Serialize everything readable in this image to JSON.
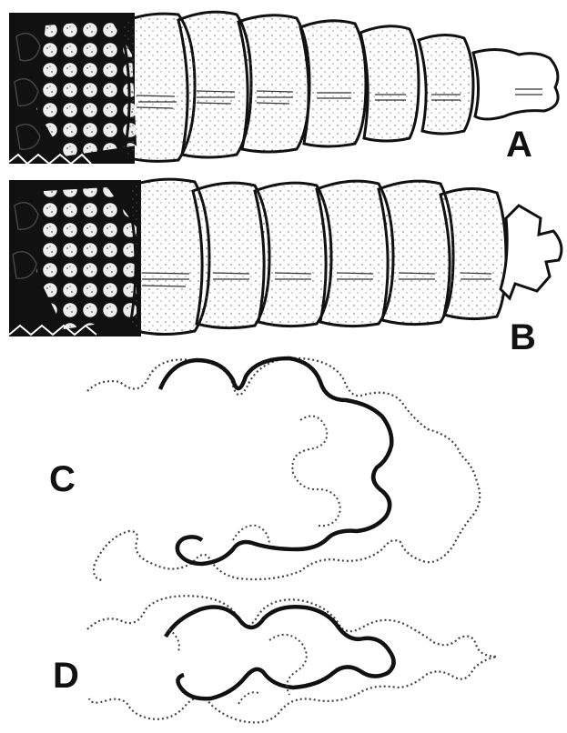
{
  "figure": {
    "panels": [
      {
        "id": "A",
        "label": "A"
      },
      {
        "id": "B",
        "label": "B"
      },
      {
        "id": "C",
        "label": "C"
      },
      {
        "id": "D",
        "label": "D"
      }
    ],
    "colors": {
      "ink": "#111111",
      "paper": "#ffffff",
      "stipple": "#555555",
      "outline_dotted": "#444444"
    }
  }
}
